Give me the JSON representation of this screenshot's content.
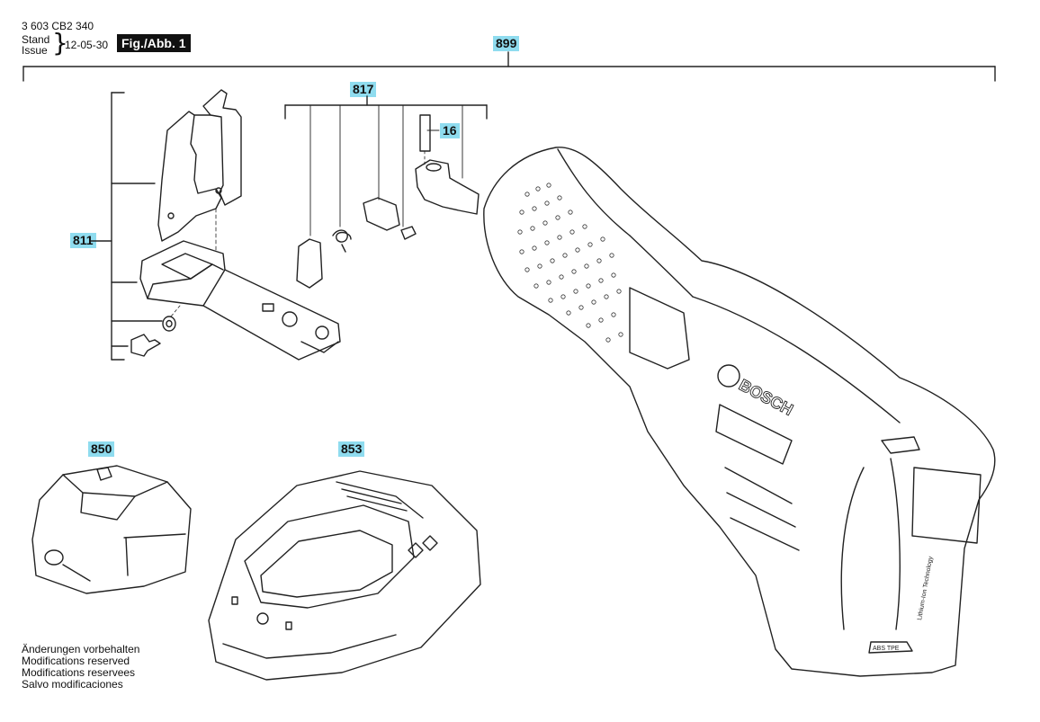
{
  "header": {
    "part_number": "3 603 CB2 340",
    "stand_label": "Stand",
    "issue_label": "Issue",
    "brace": "}",
    "date": "12-05-30",
    "figure": "Fig./Abb. 1"
  },
  "callouts": {
    "c899": "899",
    "c817": "817",
    "c16": "16",
    "c811": "811",
    "c850": "850",
    "c853": "853"
  },
  "product": {
    "brand_mark": "BOSCH",
    "tech_label": "Lithium-Ion Technology",
    "material_label": "ABS TPE"
  },
  "notes": [
    "Änderungen vorbehalten",
    "Modifications reserved",
    "Modifications reservees",
    "Salvo modificaciones"
  ]
}
